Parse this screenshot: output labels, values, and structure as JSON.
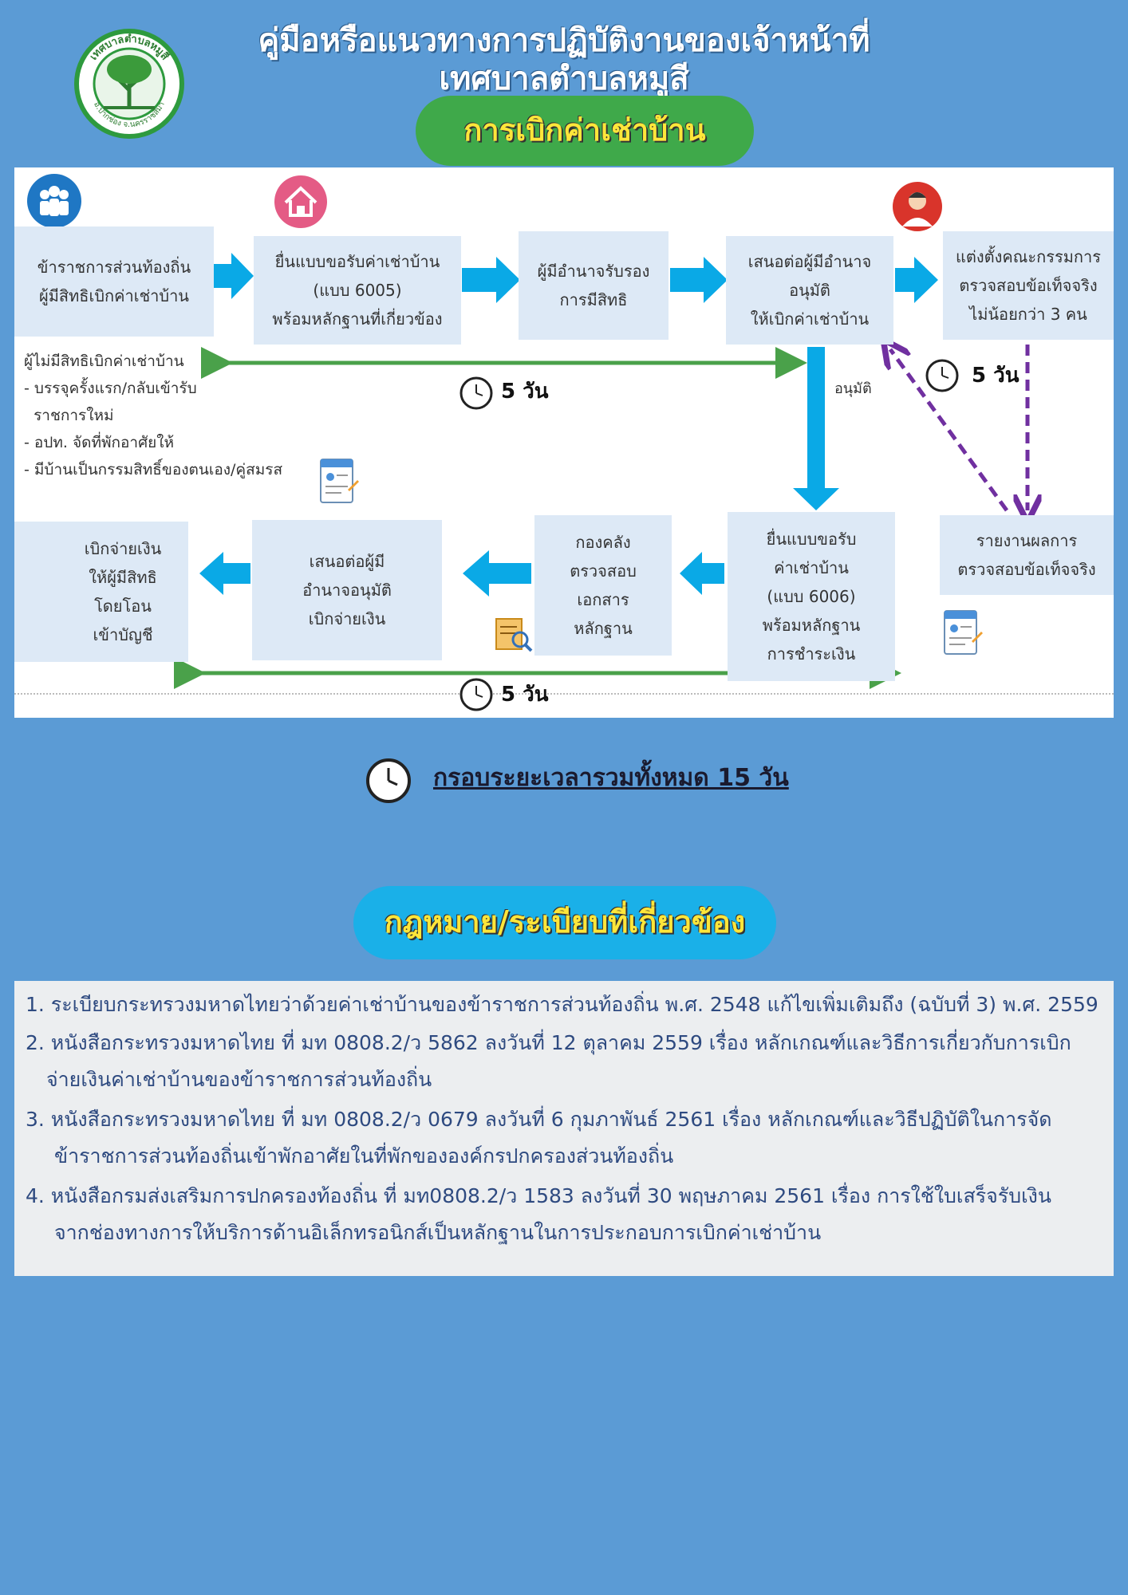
{
  "header": {
    "logo_text_top": "เทศบาลตำบลหมูสี",
    "logo_text_bottom": "อ.ปากช่อง จ.นครราชสีมา",
    "title_line1": "คู่มือหรือแนวทางการปฏิบัติงานของเจ้าหน้าที่",
    "title_line2": "เทศบาลตำบลหมูสี",
    "subtitle": "การเบิกค่าเช่าบ้าน"
  },
  "flow": {
    "step1": "ข้าราชการส่วนท้องถิ่น\nผู้มีสิทธิเบิกค่าเช่าบ้าน",
    "step2": "ยื่นแบบขอรับค่าเช่าบ้าน\n(แบบ 6005)\nพร้อมหลักฐานที่เกี่ยวข้อง",
    "step3": "ผู้มีอำนาจรับรอง\nการมีสิทธิ",
    "step4": "เสนอต่อผู้มีอำนาจ\nอนุมัติ\nให้เบิกค่าเช่าบ้าน",
    "step5": "แต่งตั้งคณะกรรมการ\nตรวจสอบข้อเท็จจริง\nไม่น้อยกว่า 3 คน",
    "step6": "รายงานผลการ\nตรวจสอบข้อเท็จจริง",
    "step7": "ยื่นแบบขอรับ\nค่าเช่าบ้าน\n(แบบ 6006)\nพร้อมหลักฐาน\nการชำระเงิน",
    "step8": "กองคลัง\nตรวจสอบ\nเอกสาร\nหลักฐาน",
    "step9": "เสนอต่อผู้มี\nอำนาจอนุมัติ\nเบิกจ่ายเงิน",
    "step10": "เบิกจ่ายเงิน\nให้ผู้มีสิทธิ\nโดยโอน\nเข้าบัญชี",
    "approve_label": "อนุมัติ",
    "ineligible": [
      "ผู้ไม่มีสิทธิเบิกค่าเช่าบ้าน",
      "- บรรจุครั้งแรก/กลับเข้ารับ",
      "  ราชการใหม่",
      "- อปท. จัดที่พักอาศัยให้",
      "- มีบ้านเป็นกรรมสิทธิ์ของตนเอง/คู่สมรส"
    ],
    "days_a": "5 วัน",
    "days_b": "5 วัน",
    "days_c": "5 วัน"
  },
  "total": "กรอบระยะเวลารวมทั้งหมด 15 วัน",
  "law_title": "กฎหมาย/ระเบียบที่เกี่ยวข้อง",
  "laws": [
    "1. ระเบียบกระทรวงมหาดไทยว่าด้วยค่าเช่าบ้านของข้าราชการส่วนท้องถิ่น พ.ศ. 2548 แก้ไขเพิ่มเติมถึง (ฉบับที่ 3) พ.ศ. 2559",
    "2. หนังสือกระทรวงมหาดไทย ที่ มท 0808.2/ว 5862 ลงวันที่ 12 ตุลาคม 2559 เรื่อง หลักเกณฑ์และวิธีการเกี่ยวกับการเบิก",
    "จ่ายเงินค่าเช่าบ้านของข้าราชการส่วนท้องถิ่น",
    "3. หนังสือกระทรวงมหาดไทย ที่ มท 0808.2/ว 0679 ลงวันที่ 6 กุมภาพันธ์ 2561 เรื่อง หลักเกณฑ์และวิธีปฏิบัติในการจัด",
    "ข้าราชการส่วนท้องถิ่นเข้าพักอาศัยในที่พักขององค์กรปกครองส่วนท้องถิ่น",
    "4. หนังสือกรมส่งเสริมการปกครองท้องถิ่น ที่ มท0808.2/ว 1583 ลงวันที่ 30 พฤษภาคม 2561 เรื่อง การใช้ใบเสร็จรับเงิน",
    "จากช่องทางการให้บริการด้านอิเล็กทรอนิกส์เป็นหลักฐานในการประกอบการเบิกค่าเช่าบ้าน"
  ],
  "colors": {
    "background": "#5b9bd5",
    "green_pill": "#3fa94a",
    "blue_pill": "#1ab0e8",
    "arrow_blue": "#0aa9e6",
    "green_line": "#4aa14a",
    "purple_dash": "#7030a0"
  }
}
